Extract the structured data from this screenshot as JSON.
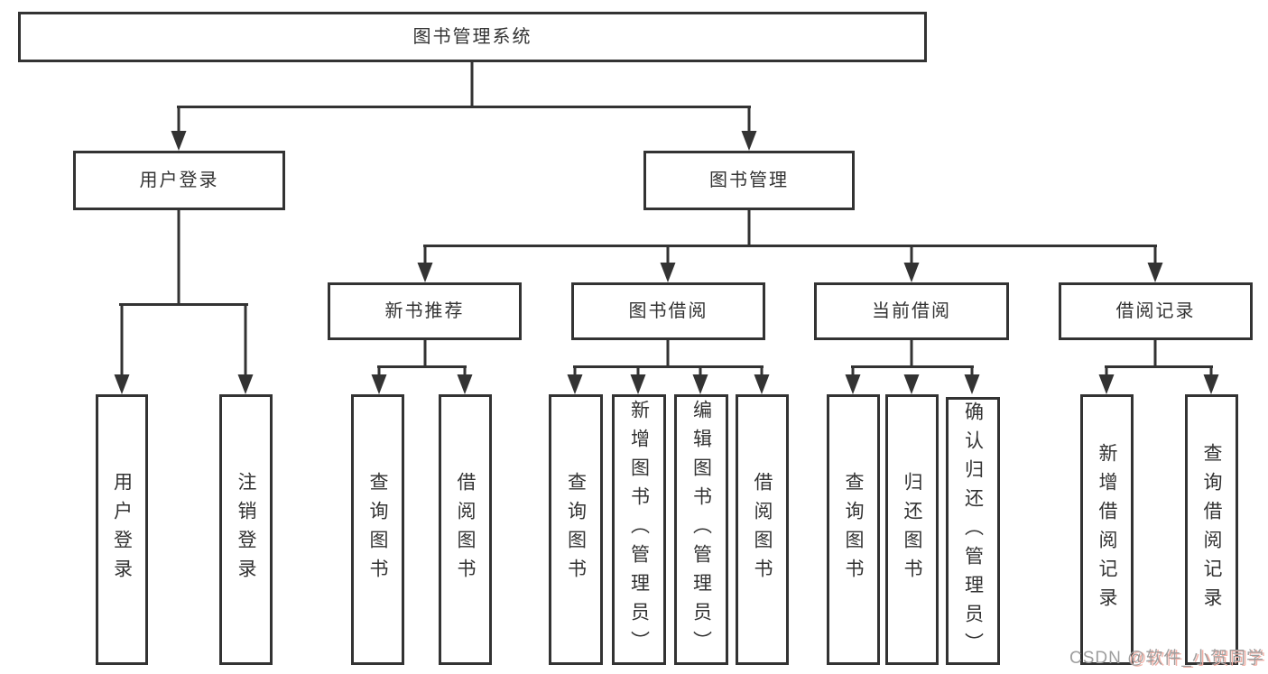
{
  "colors": {
    "line": "#333333",
    "text": "#333333",
    "box_bg": "#ffffff",
    "canvas_bg": "#ffffff",
    "watermark": "#9e9e9e",
    "watermark_accent": "#f2b1a7"
  },
  "tree": {
    "root": "图书管理系统",
    "level1": [
      {
        "label": "用户登录",
        "leaves": [
          "用户登录",
          "注销登录"
        ]
      },
      {
        "label": "图书管理",
        "children": [
          {
            "label": "新书推荐",
            "leaves": [
              "查询图书",
              "借阅图书"
            ]
          },
          {
            "label": "图书借阅",
            "leaves": [
              "查询图书",
              "新增图书（管理员）",
              "编辑图书（管理员）",
              "借阅图书"
            ]
          },
          {
            "label": "当前借阅",
            "leaves": [
              "查询图书",
              "归还图书",
              "确认归还（管理员）"
            ]
          },
          {
            "label": "借阅记录",
            "leaves": [
              "新增借阅记录",
              "查询借阅记录"
            ]
          }
        ]
      }
    ]
  },
  "watermark": {
    "prefix": "CSDN ",
    "handle": "@软件_小贺同学"
  }
}
